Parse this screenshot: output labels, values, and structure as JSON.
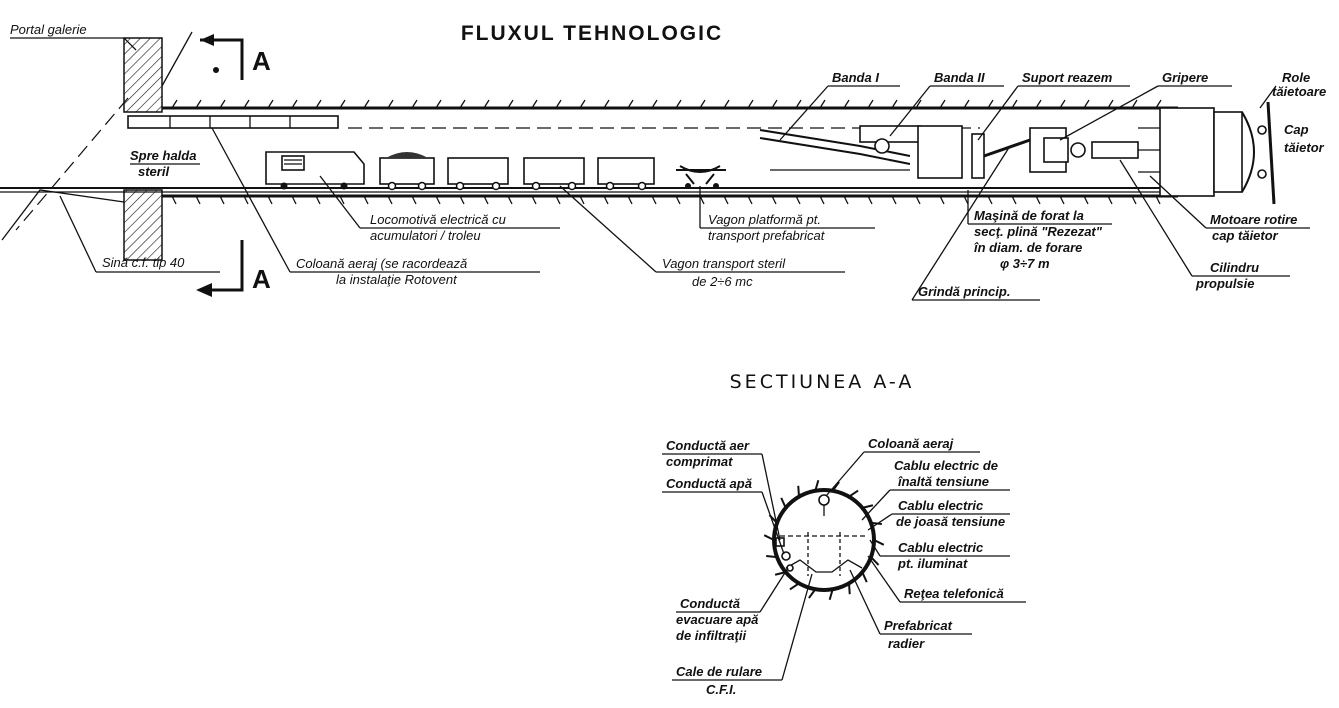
{
  "title": "FLUXUL TEHNOLOGIC",
  "section_title": "SECTIUNEA A-A",
  "section_marker": "A",
  "labels": {
    "portal_galerie": "Portal galerie",
    "spre_halda": "Spre halda",
    "steril": "steril",
    "sina": "Sină c.f. tip 40",
    "coloana_1": "Coloană aeraj (se racordează",
    "coloana_2": "la instalaţie Rotovent",
    "locomotiva_1": "Locomotivă electrică cu",
    "locomotiva_2": "acumulatori / troleu",
    "vagon_steril_1": "Vagon transport steril",
    "vagon_steril_2": "de 2÷6 mc",
    "vagon_platforma_1": "Vagon platformă pt.",
    "vagon_platforma_2": "transport prefabricat",
    "banda1": "Banda I",
    "banda2": "Banda II",
    "suport": "Suport reazem",
    "gripere": "Gripere",
    "role_1": "Role",
    "role_2": "tăietoare",
    "cap_1": "Cap",
    "cap_2": "tăietor",
    "masina_1": "Maşină de forat la",
    "masina_2": "secţ. plină \"Rezezat\"",
    "masina_3": "în diam. de forare",
    "masina_4": "φ 3÷7 m",
    "grinda": "Grindă princip.",
    "motoare_1": "Motoare rotire",
    "motoare_2": "cap tăietor",
    "cilindru_1": "Cilindru",
    "cilindru_2": "propulsie"
  },
  "section_labels": {
    "aer_1": "Conductă aer",
    "aer_2": "comprimat",
    "apa": "Conductă apă",
    "evacuare_1": "Conductă",
    "evacuare_2": "evacuare apă",
    "evacuare_3": "de infiltraţii",
    "cale_1": "Cale de rulare",
    "cale_2": "C.F.I.",
    "coloana": "Coloană aeraj",
    "inalta_1": "Cablu electric de",
    "inalta_2": "înaltă tensiune",
    "joasa_1": "Cablu electric",
    "joasa_2": "de joasă tensiune",
    "iluminat_1": "Cablu electric",
    "iluminat_2": "pt. iluminat",
    "telefonica": "Reţea telefonică",
    "prefabricat_1": "Prefabricat",
    "prefabricat_2": "radier"
  }
}
